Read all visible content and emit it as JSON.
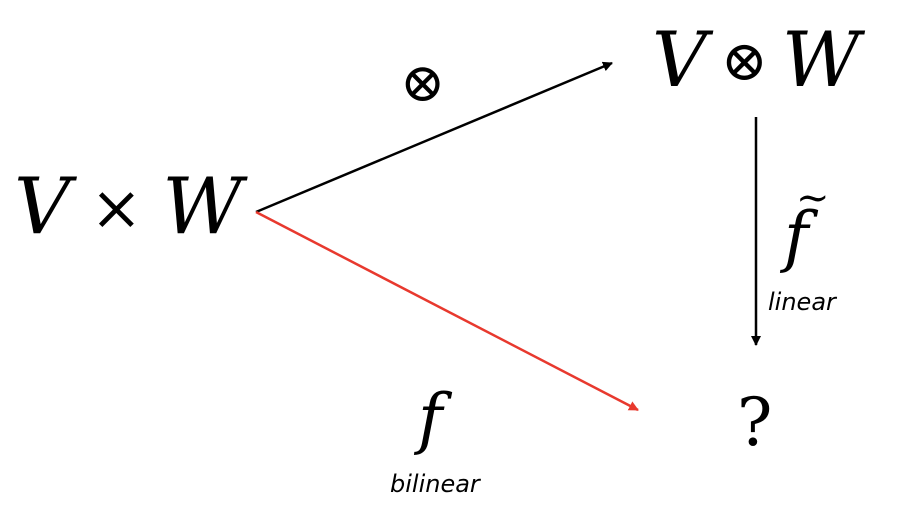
{
  "nodes": {
    "source": {
      "v": "V",
      "times": "×",
      "w": "W"
    },
    "tensor": {
      "v": "V",
      "otimes": "⊗",
      "w": "W"
    },
    "target": {
      "label": "?"
    }
  },
  "arrows": {
    "tensor_map": {
      "label": "⊗",
      "color": "#000000"
    },
    "bilinear_map": {
      "label": "f",
      "annotation": "bilinear",
      "color": "#e8392e"
    },
    "linear_map": {
      "label": "f",
      "tilde": "~",
      "annotation": "linear",
      "color": "#000000"
    }
  }
}
